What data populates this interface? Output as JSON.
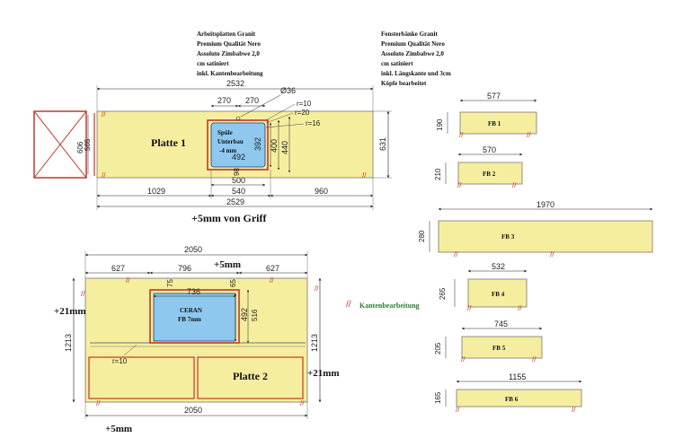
{
  "notes": {
    "worktops": [
      "Arbeitsplatten Granit",
      "Premium Qualität Nero",
      "Assoluto Zimbabwe 2,0",
      "cm satiniert",
      "inkl. Kantenbearbeitung"
    ],
    "sills": [
      "Fensterbänke Granit",
      "Premium Qualität Nero",
      "Assoluto Zimbabwe 2,0",
      "cm satiniert",
      "inkl. Längskante und 3cm",
      "Köpfe bearbeitet"
    ]
  },
  "plate1": {
    "name": "Platte 1",
    "sink_label_1": "Spüle",
    "sink_label_2": "Unterbau",
    "sink_label_3": "-4 mm",
    "top_length": "2532",
    "bottom_length": "2529",
    "seg_left": "1029",
    "seg_mid": "540",
    "seg_right": "960",
    "cut_270_left": "270",
    "cut_270_right": "270",
    "hole": "Ø36",
    "r1": "r=10",
    "r2": "r=20",
    "r3": "r=16",
    "depth_left_1": "606",
    "depth_left_2": "565",
    "depth_right": "631",
    "sink_h_1": "392",
    "sink_h_2": "400",
    "sink_h_3": "440",
    "sink_w": "492",
    "sink_under": "500",
    "sink_small": "98",
    "edge_note": "+5mm von Griff"
  },
  "plate2": {
    "name": "Platte 2",
    "ceran_label_1": "CERAN",
    "ceran_label_2": "FB 7mm",
    "top_length": "2050",
    "bottom_length": "2050",
    "seg_left": "627",
    "seg_mid": "796",
    "seg_right": "627",
    "ceran_w": "736",
    "ceran_h": "492",
    "ceran_h2": "516",
    "ceran_small_l": "75",
    "ceran_small_r": "65",
    "depth_left": "1213",
    "depth_right": "1213",
    "radius": "r=10",
    "plus_top": "+5mm",
    "plus_left": "+21mm",
    "plus_right": "+21mm",
    "plus_bottom": "+5mm"
  },
  "legend": {
    "mark": "//",
    "label": "Kantenbearbeitung"
  },
  "sills_list": [
    {
      "name": "FB 1",
      "length": "577",
      "depth": "190"
    },
    {
      "name": "FB 2",
      "length": "570",
      "depth": "210"
    },
    {
      "name": "FB 3",
      "length": "1970",
      "depth": "280"
    },
    {
      "name": "FB 4",
      "length": "532",
      "depth": "265"
    },
    {
      "name": "FB 5",
      "length": "745",
      "depth": "205"
    },
    {
      "name": "FB 6",
      "length": "1155",
      "depth": "165"
    }
  ],
  "colors": {
    "stone": "#f5ee9e",
    "sink": "#8fc8ef",
    "edge": "#c0392b",
    "legend_text": "#2e7d32"
  }
}
